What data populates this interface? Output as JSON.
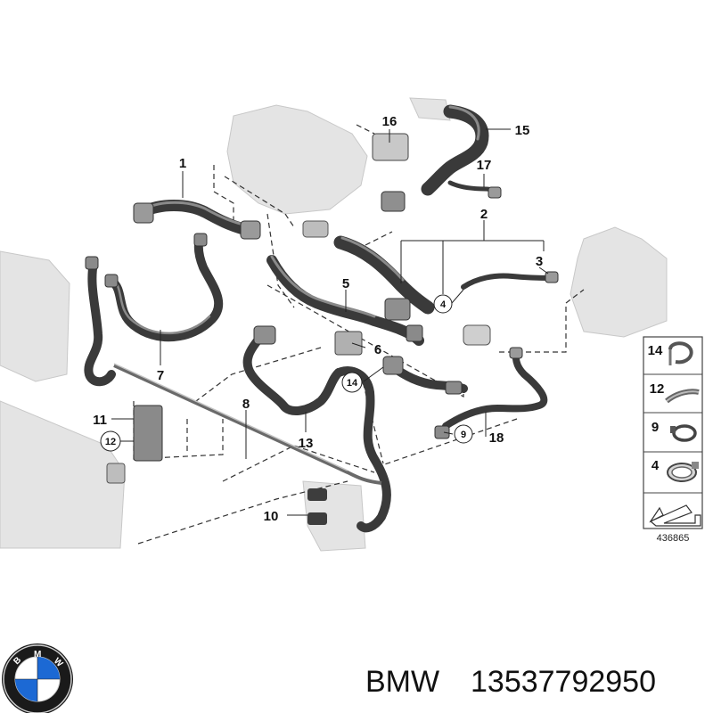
{
  "diagram": {
    "reference_number": "436865",
    "callouts": [
      {
        "id": "1",
        "label": "1"
      },
      {
        "id": "2",
        "label": "2"
      },
      {
        "id": "3",
        "label": "3"
      },
      {
        "id": "5",
        "label": "5"
      },
      {
        "id": "6",
        "label": "6"
      },
      {
        "id": "7",
        "label": "7"
      },
      {
        "id": "8",
        "label": "8"
      },
      {
        "id": "10",
        "label": "10"
      },
      {
        "id": "11",
        "label": "11"
      },
      {
        "id": "13",
        "label": "13"
      },
      {
        "id": "15",
        "label": "15"
      },
      {
        "id": "16",
        "label": "16"
      },
      {
        "id": "17",
        "label": "17"
      },
      {
        "id": "18",
        "label": "18"
      }
    ],
    "circled_callouts": [
      {
        "id": "4",
        "label": "4"
      },
      {
        "id": "9",
        "label": "9"
      },
      {
        "id": "12",
        "label": "12"
      },
      {
        "id": "14",
        "label": "14"
      }
    ],
    "legend": [
      {
        "label": "14",
        "icon": "clip-icon"
      },
      {
        "label": "12",
        "icon": "strap-icon"
      },
      {
        "label": "9",
        "icon": "spring-clamp-icon"
      },
      {
        "label": "4",
        "icon": "band-clamp-icon"
      }
    ],
    "legend_arrow_icon": "arrow-icon"
  },
  "brand": {
    "name": "BMW",
    "part_number": "13537792950",
    "logo": "bmw-roundel",
    "logo_letters": "BMW",
    "colors": {
      "blue": "#1c69d4",
      "ring": "#1a1a1a",
      "white": "#ffffff"
    }
  }
}
